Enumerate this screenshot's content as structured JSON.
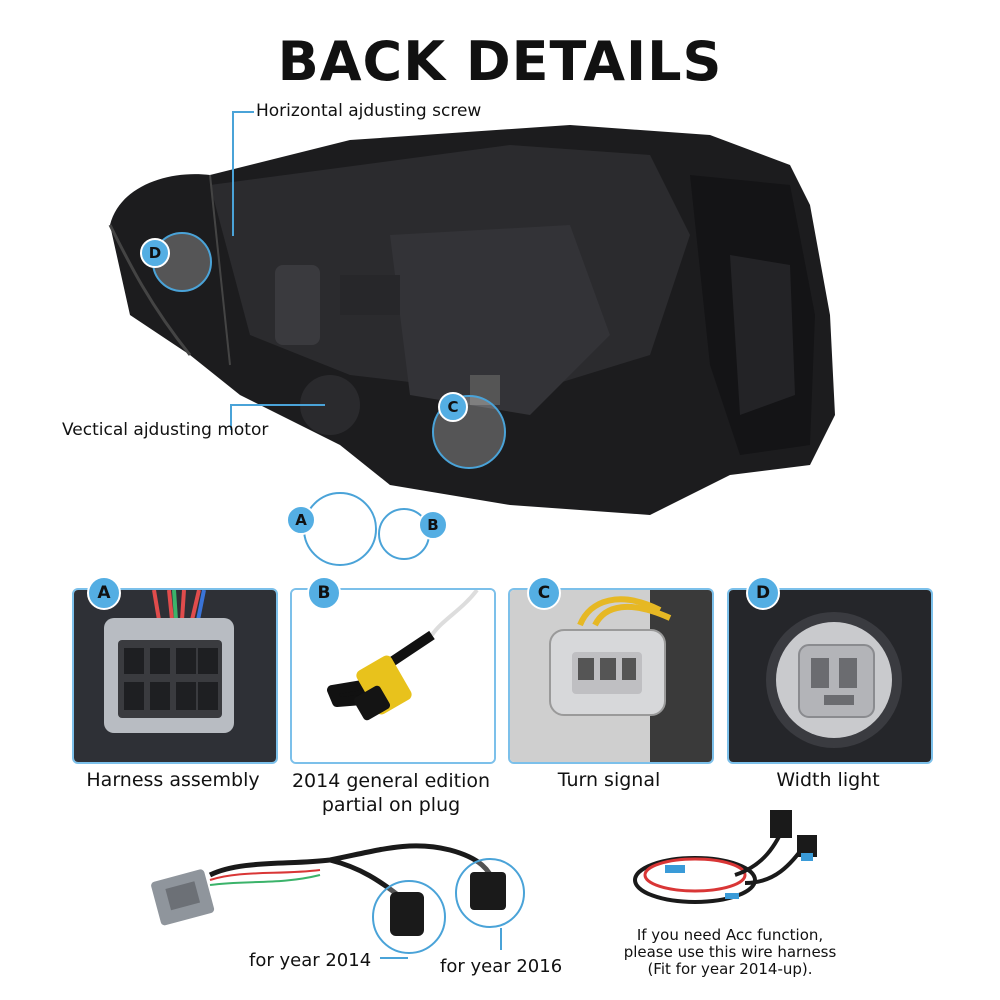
{
  "title": "BACK DETAILS",
  "callouts": {
    "horizontal_screw": "Horizontal ajdusting screw",
    "vertical_motor": "Vectical ajdusting motor"
  },
  "badges": {
    "a": "A",
    "b": "B",
    "c": "C",
    "d": "D"
  },
  "panels": [
    {
      "badge": "A",
      "caption_line1": "Harness assembly",
      "caption_line2": ""
    },
    {
      "badge": "B",
      "caption_line1": "2014 general edition",
      "caption_line2": "partial on plug"
    },
    {
      "badge": "C",
      "caption_line1": "Turn signal",
      "caption_line2": ""
    },
    {
      "badge": "D",
      "caption_line1": "Width light",
      "caption_line2": ""
    }
  ],
  "harness": {
    "label_2014": "for year 2014",
    "label_2016": "for year 2016"
  },
  "acc_note": {
    "line1": "If you need Acc function,",
    "line2": "please use this wire harness",
    "line3": "(Fit for year 2014-up)."
  },
  "colors": {
    "accent": "#54aee3",
    "housing": "#1c1c1e"
  }
}
